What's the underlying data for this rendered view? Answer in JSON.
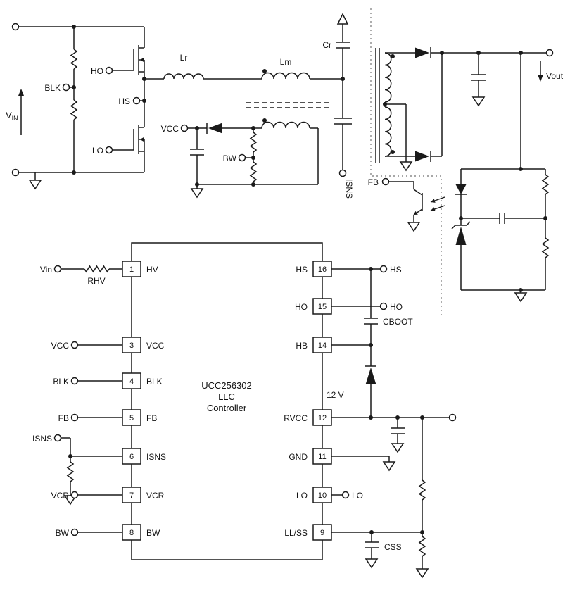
{
  "page": {
    "background": "#ffffff",
    "line_color": "#1a1a1a"
  },
  "power_stage": {
    "labels": {
      "vin_main": "V",
      "vin_sub": "IN",
      "blk": "BLK",
      "ho": "HO",
      "hs": "HS",
      "lo": "LO",
      "lr": "Lr",
      "lm": "Lm",
      "cr": "Cr",
      "vcc": "VCC",
      "bw": "BW",
      "isns": "ISNS",
      "fb": "FB",
      "vout": "Vout"
    }
  },
  "controller": {
    "title_line1": "UCC256302",
    "title_line2": "LLC",
    "title_line3": "Controller",
    "left_pins": [
      {
        "num": "1",
        "name": "HV"
      },
      {
        "num": "3",
        "name": "VCC"
      },
      {
        "num": "4",
        "name": "BLK"
      },
      {
        "num": "5",
        "name": "FB"
      },
      {
        "num": "6",
        "name": "ISNS"
      },
      {
        "num": "7",
        "name": "VCR"
      },
      {
        "num": "8",
        "name": "BW"
      }
    ],
    "right_pins": [
      {
        "num": "16",
        "name": "HS"
      },
      {
        "num": "15",
        "name": "HO"
      },
      {
        "num": "14",
        "name": "HB"
      },
      {
        "num": "12",
        "name": "RVCC"
      },
      {
        "num": "11",
        "name": "GND"
      },
      {
        "num": "10",
        "name": "LO"
      },
      {
        "num": "9",
        "name": "LL/SS"
      }
    ],
    "externals": {
      "vin": "Vin",
      "rhv": "RHV",
      "vcc": "VCC",
      "blk": "BLK",
      "fb": "FB",
      "isns": "ISNS",
      "vcr": "VCR",
      "bw": "BW",
      "hs": "HS",
      "ho": "HO",
      "cboot": "CBOOT",
      "rail_12v": "12 V",
      "lo": "LO",
      "css": "CSS"
    }
  }
}
